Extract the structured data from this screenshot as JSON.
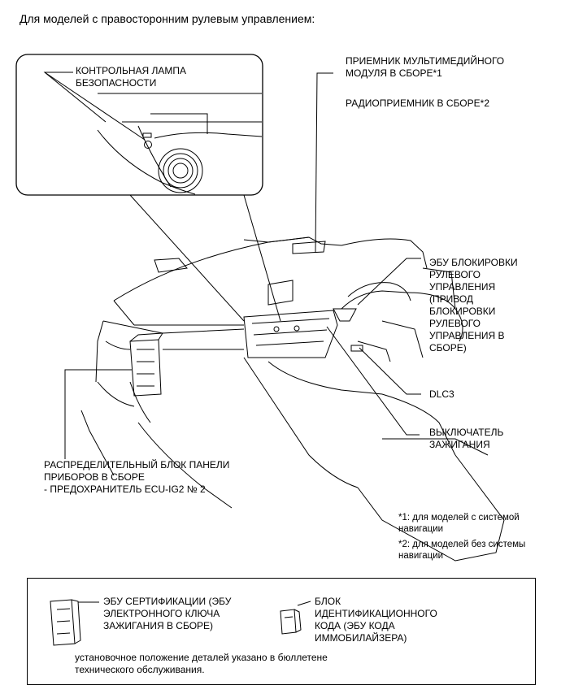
{
  "heading": "Для моделей с правосторонним рулевым управлением:",
  "labels": {
    "security_lamp": "КОНТРОЛЬНАЯ ЛАМПА\nБЕЗОПАСНОСТИ",
    "multimedia_receiver": "ПРИЕМНИК МУЛЬТИМЕДИЙНОГО\nМОДУЛЯ В СБОРЕ*1",
    "radio_receiver": "РАДИОПРИЕМНИК В СБОРЕ*2",
    "steering_lock_ecu": "ЭБУ БЛОКИРОВКИ\nРУЛЕВОГО\nУПРАВЛЕНИЯ\n(ПРИВОД\nБЛОКИРОВКИ\nРУЛЕВОГО\nУПРАВЛЕНИЯ В\nСБОРЕ)",
    "dlc3": "DLC3",
    "ignition_switch": "ВЫКЛЮЧАТЕЛЬ\nЗАЖИГАНИЯ",
    "junction_block": "РАСПРЕДЕЛИТЕЛЬНЫЙ БЛОК ПАНЕЛИ\nПРИБОРОВ В СБОРЕ\n - ПРЕДОХРАНИТЕЛЬ ECU-IG2 № 2"
  },
  "footnotes": {
    "note1": "*1: для моделей с системой\nнавигации",
    "note2": "*2: для моделей без системы\nнавигации"
  },
  "legend": {
    "certification_ecu": "ЭБУ СЕРТИФИКАЦИИ (ЭБУ\nЭЛЕКТРОННОГО КЛЮЧА\nЗАЖИГАНИЯ В СБОРЕ)",
    "id_code_box": "БЛОК\nИДЕНТИФИКАЦИОННОГО\nКОДА (ЭБУ КОДА\nИММОБИЛАЙЗЕРА)",
    "bulletin_note": "установочное положение деталей указано в бюллетене\nтехнического обслуживания."
  }
}
